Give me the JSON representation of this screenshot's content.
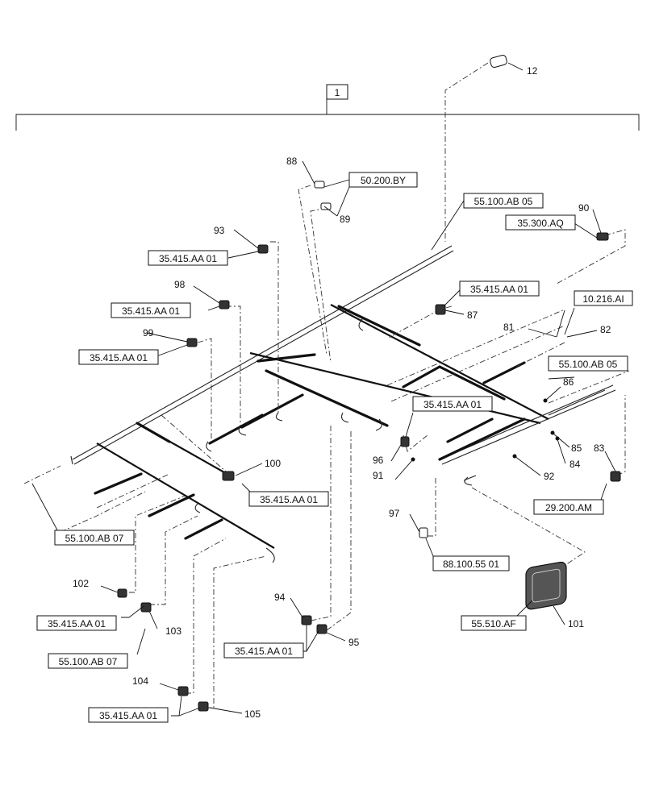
{
  "diagram": {
    "assembly_label": "1",
    "part_numbers": [
      "12",
      "81",
      "82",
      "83",
      "84",
      "85",
      "86",
      "87",
      "88",
      "89",
      "90",
      "91",
      "92",
      "93",
      "94",
      "95",
      "96",
      "97",
      "98",
      "99",
      "100",
      "101",
      "102",
      "103",
      "104",
      "105"
    ],
    "reference_boxes": [
      "50.200.BY",
      "55.100.AB 05",
      "35.300.AQ",
      "35.415.AA 01",
      "35.415.AA 01",
      "35.415.AA 01",
      "35.415.AA 01",
      "10.216.AI",
      "55.100.AB 05",
      "35.415.AA 01",
      "35.415.AA 01",
      "29.200.AM",
      "55.100.AB 07",
      "88.100.55 01",
      "55.510.AF",
      "35.415.AA 01",
      "55.100.AB 07",
      "35.415.AA 01",
      "35.415.AA 01"
    ]
  }
}
